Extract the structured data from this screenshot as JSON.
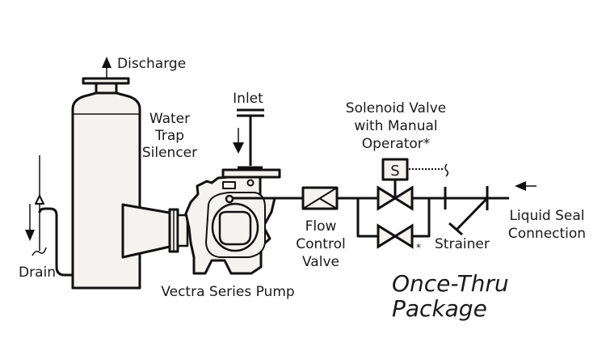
{
  "diagram": {
    "title_line1": "Once-Thru",
    "title_line2": "Package",
    "labels": {
      "discharge": "Discharge",
      "silencer_line1": "Water",
      "silencer_line2": "Trap",
      "silencer_line3": "Silencer",
      "drain": "Drain",
      "inlet": "Inlet",
      "pump": "Vectra Series Pump",
      "flow_line1": "Flow",
      "flow_line2": "Control",
      "flow_line3": "Valve",
      "solenoid_line1": "Solenoid Valve",
      "solenoid_line2": "with Manual",
      "solenoid_line3": "Operator*",
      "solenoid_symbol": "S",
      "bypass_asterisk": "*",
      "strainer": "Strainer",
      "seal_line1": "Liquid Seal",
      "seal_line2": "Connection"
    }
  }
}
